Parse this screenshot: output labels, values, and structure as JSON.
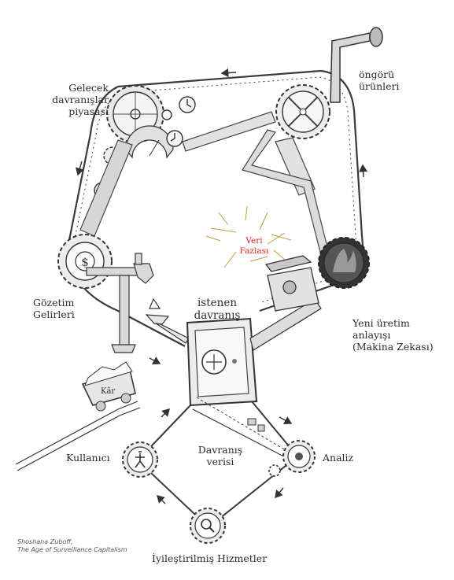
{
  "labels": {
    "future_market": [
      "Gelecek",
      "davranışlar",
      "piyasası"
    ],
    "prediction_products": [
      "öngörü",
      "ürünleri"
    ],
    "surplus": [
      "Veri",
      "Fazlası"
    ],
    "surveillance_revenue": [
      "Gözetim",
      "Gelirleri"
    ],
    "desired_behavior": [
      "istenen",
      "davranış"
    ],
    "production": [
      "Yeni üretim",
      "anlayışı",
      "(Makina Zekası)"
    ],
    "profit": "Kâr",
    "user": "Kullanıcı",
    "behavior_data": [
      "Davranış",
      "verisi"
    ],
    "analysis": "Analiz",
    "improved_services": "İyileştirilmiş Hizmetler",
    "dollar_symbol": "$"
  },
  "credit": [
    "Shoshana Zuboff,",
    "The Age of Surveillance Capitalism"
  ],
  "colors": {
    "ink": "#2b2b2b",
    "accent": "#d8261e",
    "pipe": "#cfcfcf",
    "burst": "#c79a3a"
  }
}
